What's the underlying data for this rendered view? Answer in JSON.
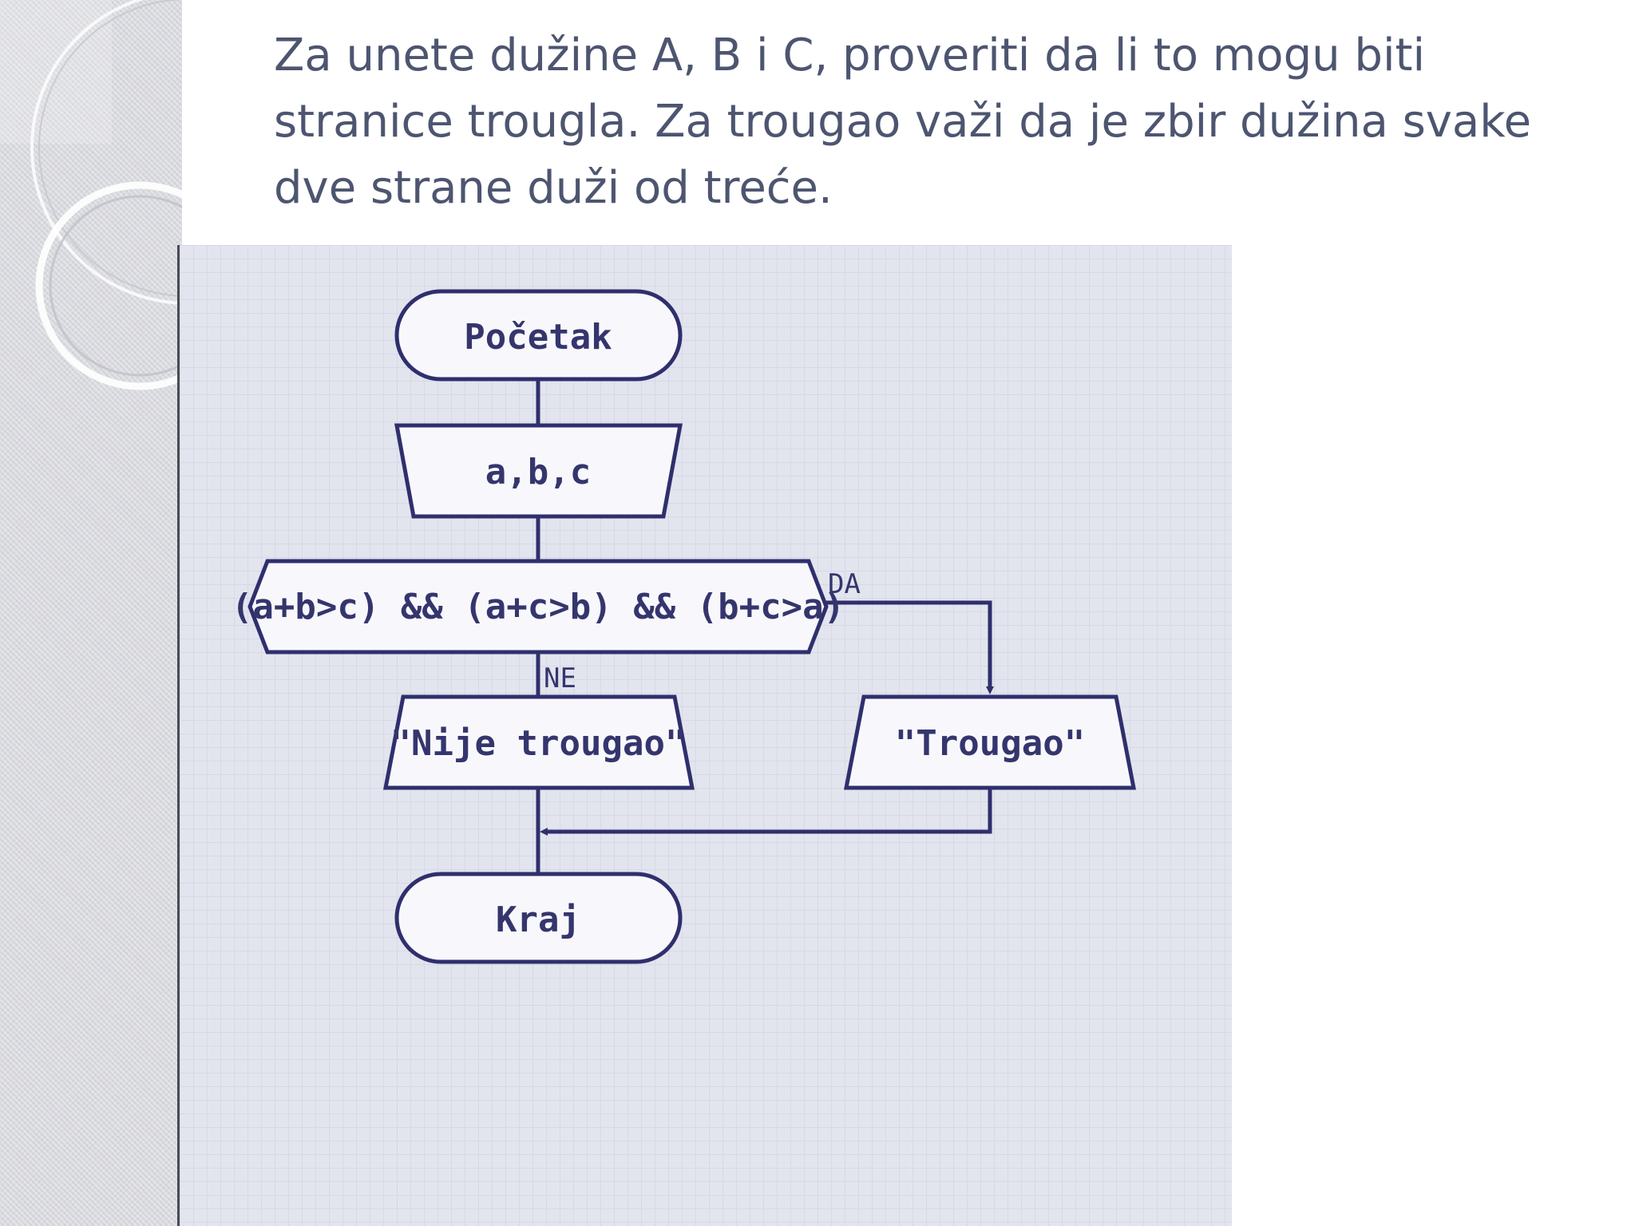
{
  "slide": {
    "text_lines": [
      "Za unete dužine A, B i C, proveriti da li to mogu biti",
      "stranice trougla. Za trougao važi da je zbir dužina svake",
      "dve strane duži od treće."
    ]
  },
  "flowchart": {
    "start": "Početak",
    "input": "a,b,c",
    "condition": "(a+b>c) && (a+c>b) && (b+c>a)",
    "yes_label": "DA",
    "no_label": "NE",
    "output_no": "\"Nije trougao\"",
    "output_yes": "\"Trougao\"",
    "end": "Kraj"
  },
  "colors": {
    "text": "#4d5570",
    "diagram_stroke": "#2f2f6e",
    "panel_background": "#e3e5ee"
  }
}
